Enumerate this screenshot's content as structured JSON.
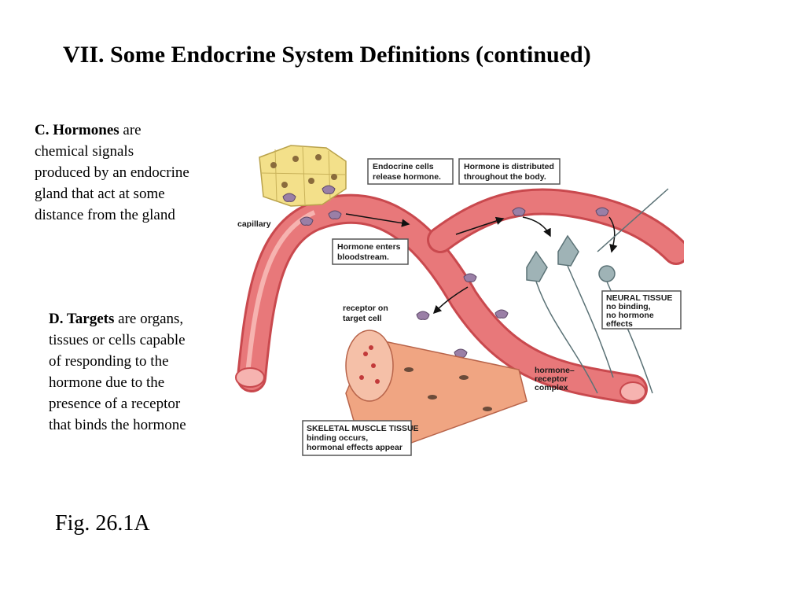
{
  "title": "VII. Some Endocrine System Definitions (continued)",
  "definitions": [
    {
      "term": "C. Hormones",
      "text": "are chemical signals produced by an endocrine gland that act at some distance from the gland"
    },
    {
      "term": "D. Targets",
      "text": "are organs, tissues or cells capable of responding to the hormone due to the presence of a receptor that binds the hormone"
    }
  ],
  "figure": {
    "labels": {
      "endocrine_release": [
        "Endocrine cells",
        "release hormone."
      ],
      "distributed": [
        "Hormone is distributed",
        "throughout the body."
      ],
      "capillary": "capillary",
      "enters": [
        "Hormone enters",
        "bloodstream."
      ],
      "receptor": [
        "receptor on",
        "target cell"
      ],
      "neural": [
        "NEURAL TISSUE",
        "no binding,",
        "no hormone",
        "effects"
      ],
      "complex": [
        "hormone–",
        "receptor",
        "complex"
      ],
      "muscle": [
        "SKELETAL MUSCLE TISSUE",
        "binding occurs,",
        "hormonal effects appear"
      ]
    },
    "colors": {
      "vessel": "#e8787a",
      "vessel_light": "#f6b3b0",
      "gland": "#f3e08a",
      "hormone": "#9a7fa6",
      "muscle": "#f0a582",
      "neuron": "#9fb3b6"
    }
  },
  "caption": "Fig. 26.1A"
}
